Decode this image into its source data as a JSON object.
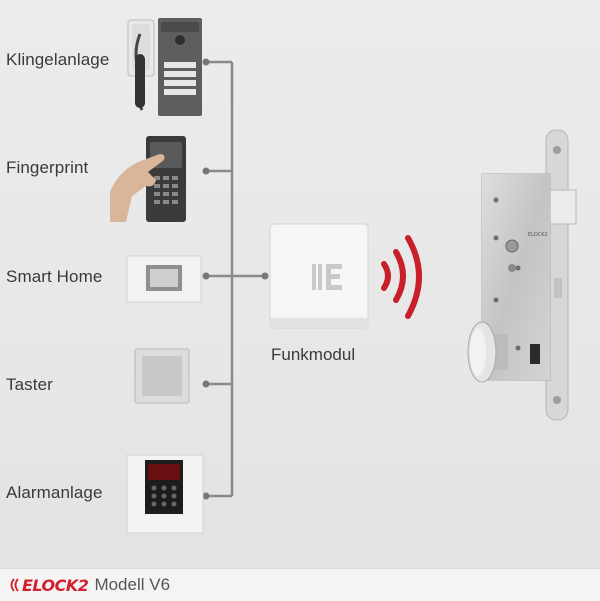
{
  "inputs": [
    {
      "label": "Klingelanlage",
      "icon": "intercom-icon"
    },
    {
      "label": "Fingerprint",
      "icon": "fingerprint-reader-icon"
    },
    {
      "label": "Smart Home",
      "icon": "smart-home-panel-icon"
    },
    {
      "label": "Taster",
      "icon": "push-button-icon"
    },
    {
      "label": "Alarmanlage",
      "icon": "alarm-panel-icon"
    }
  ],
  "hub": {
    "label": "Funkmodul",
    "icon": "radio-module-icon"
  },
  "target": {
    "icon": "mortise-lock-icon",
    "engraving": "ELOCK2"
  },
  "signal": {
    "icon": "wireless-signal-icon",
    "color": "#c8202a"
  },
  "footer": {
    "brand": "ELOCK2",
    "model": "Modell V6",
    "brand_color": "#d3202d"
  },
  "colors": {
    "line": "#8a8a8a",
    "dot": "#777777",
    "background": "#e9e9e9"
  }
}
